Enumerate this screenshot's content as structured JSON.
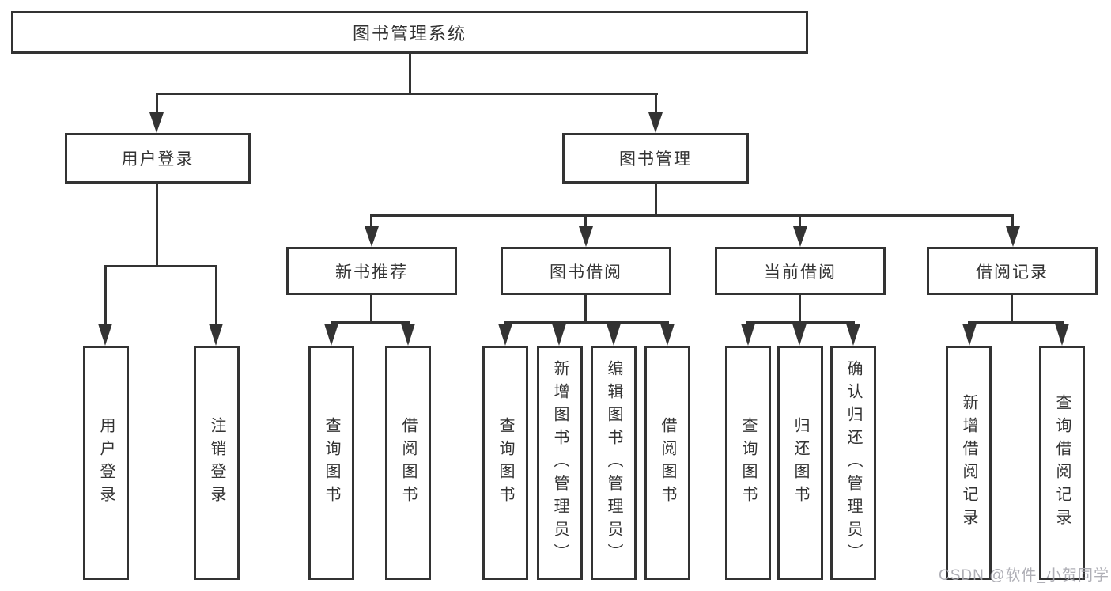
{
  "diagram": {
    "root": "图书管理系统",
    "branches": {
      "user_login": "用户登录",
      "book_mgmt": "图书管理"
    },
    "sections": {
      "new_book": "新书推荐",
      "book_borrow": "图书借阅",
      "current_borrow": "当前借阅",
      "borrow_records": "借阅记录"
    },
    "leaves": {
      "user_login_leaf": "用户登录",
      "logout": "注销登录",
      "nb_query": "查询图书",
      "nb_borrow": "借阅图书",
      "bb_query": "查询图书",
      "bb_add": "新增图书（管理员）",
      "bb_edit": "编辑图书（管理员）",
      "bb_borrow": "借阅图书",
      "cb_query": "查询图书",
      "cb_return": "归还图书",
      "cb_confirm": "确认归还（管理员）",
      "br_add": "新增借阅记录",
      "br_query": "查询借阅记录"
    }
  },
  "watermark": "CSDN @软件_小贺同学",
  "colors": {
    "line": "#333333",
    "text": "#333333",
    "background": "#ffffff",
    "watermark": "#a9a9b0"
  }
}
